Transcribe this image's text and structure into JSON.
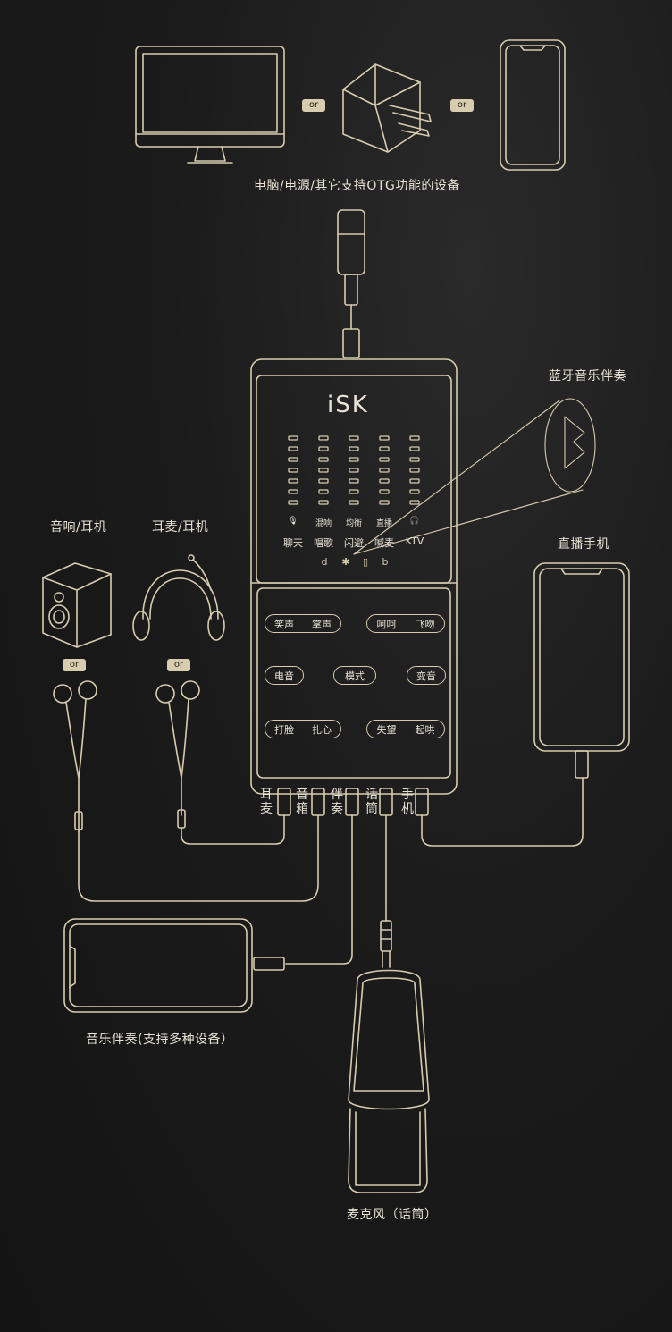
{
  "labels": {
    "devices": "电脑/电源/其它支持OTG功能的设备",
    "bluetooth": "蓝牙音乐伴奏",
    "live_phone": "直播手机",
    "speaker_headphone": "音响/耳机",
    "headset_headphone": "耳麦/耳机",
    "accompaniment_device": "音乐伴奏(支持多种设备）",
    "microphone": "麦克风（话筒）",
    "or": "or"
  },
  "brand": "iSK",
  "channels": [
    {
      "icon": "microphone-icon",
      "symbol": "🎙",
      "label": "聊天"
    },
    {
      "icon": "reverb-label",
      "symbol": "混响",
      "label": "唱歌"
    },
    {
      "icon": "eq-label",
      "symbol": "均衡",
      "label": "闪避"
    },
    {
      "icon": "live-label",
      "symbol": "直播",
      "label": "喊麦"
    },
    {
      "icon": "headphone-icon",
      "symbol": "🎧",
      "label": "KTV"
    }
  ],
  "symbols": [
    "d",
    "✱",
    "▯",
    "b"
  ],
  "buttons": {
    "row1_left": [
      "笑声",
      "掌声"
    ],
    "row1_right": [
      "呵呵",
      "飞吻"
    ],
    "row2": [
      "电音",
      "模式",
      "变音"
    ],
    "row3_left": [
      "打脸",
      "扎心"
    ],
    "row3_right": [
      "失望",
      "起哄"
    ]
  },
  "ports": [
    {
      "chars": [
        "耳",
        "麦"
      ]
    },
    {
      "chars": [
        "音",
        "箱"
      ]
    },
    {
      "chars": [
        "伴",
        "奏"
      ]
    },
    {
      "chars": [
        "话",
        "筒"
      ]
    },
    {
      "chars": [
        "手",
        "机"
      ]
    }
  ],
  "colors": {
    "line": "#d8ccae",
    "text": "#e8e3d6",
    "background": "#1b1b1b"
  }
}
